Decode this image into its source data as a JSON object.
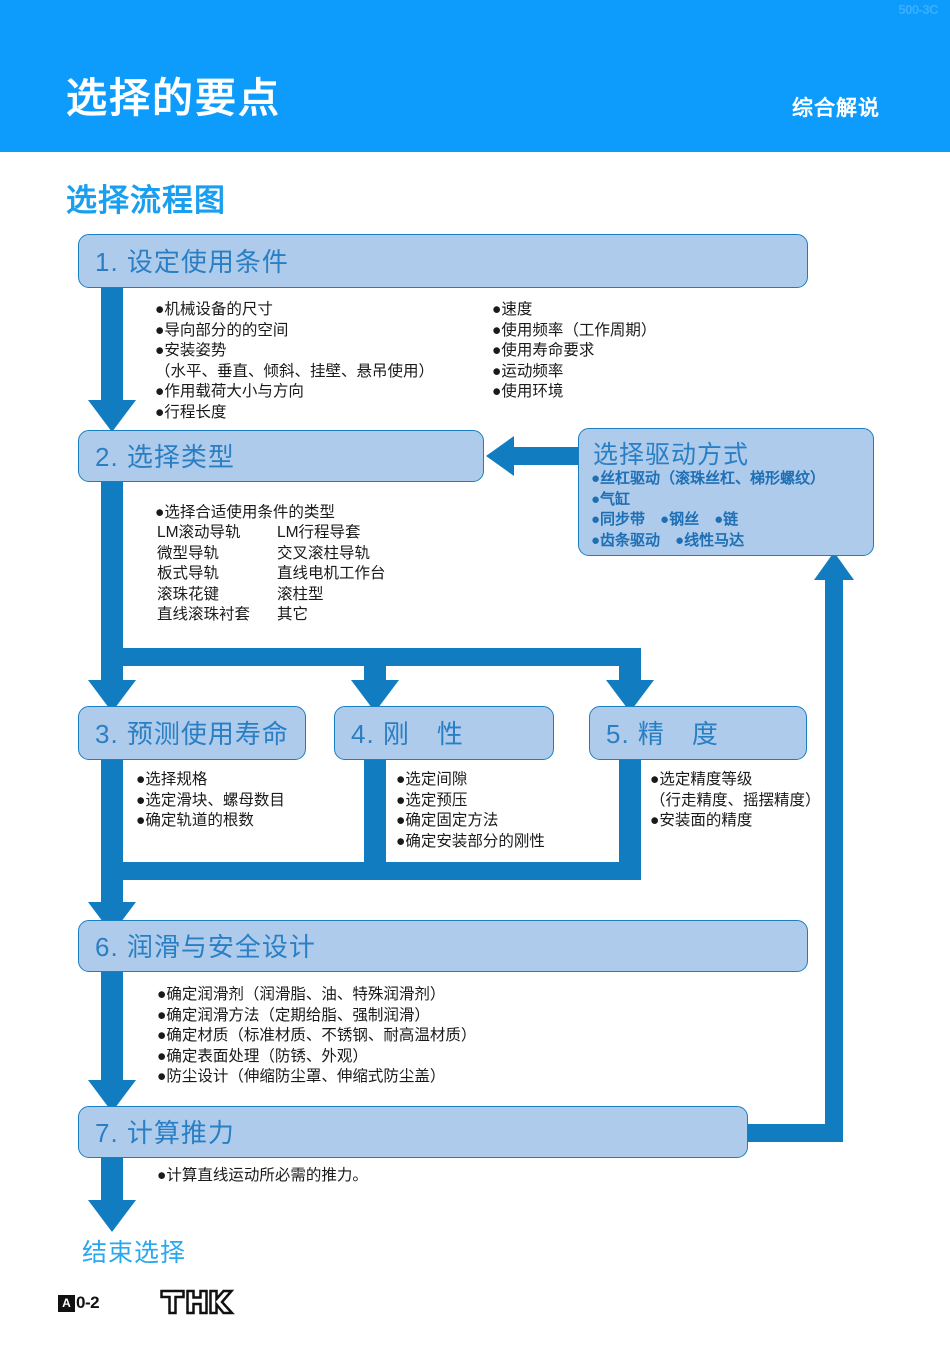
{
  "header": {
    "code": "500-3C",
    "title": "选择的要点",
    "right_label": "综合解说"
  },
  "section": {
    "heading": "选择流程图"
  },
  "steps": [
    {
      "id": "step-1",
      "label": "1. 设定使用条件",
      "details_left": "●机械设备的尺寸\n●导向部分的的空间\n●安装姿势\n（水平、垂直、倾斜、挂壁、悬吊使用）\n●作用载荷大小与方向\n●行程长度",
      "details_right": "●速度\n●使用频率（工作周期）\n●使用寿命要求\n●运动频率\n●使用环境"
    },
    {
      "id": "step-2",
      "label": "2. 选择类型",
      "lead": "●选择合适使用条件的类型",
      "types": [
        [
          "LM滚动导轨",
          "LM行程导套"
        ],
        [
          "微型导轨",
          "交叉滚柱导轨"
        ],
        [
          "板式导轨",
          "直线电机工作台"
        ],
        [
          "滚珠花键",
          "滚柱型"
        ],
        [
          "直线滚珠衬套",
          "其它"
        ]
      ]
    },
    {
      "id": "step-3",
      "label": "3. 预测使用寿命",
      "details": "●选择规格\n●选定滑块、螺母数目\n●确定轨道的根数"
    },
    {
      "id": "step-4",
      "label": "4. 刚　性",
      "details": "●选定间隙\n●选定预压\n●确定固定方法\n●确定安装部分的刚性"
    },
    {
      "id": "step-5",
      "label": "5. 精　度",
      "details": "●选定精度等级\n（行走精度、摇摆精度）\n●安装面的精度"
    },
    {
      "id": "step-6",
      "label": "6. 润滑与安全设计",
      "details": "●确定润滑剂（润滑脂、油、特殊润滑剂）\n●确定润滑方法（定期给脂、强制润滑）\n●确定材质（标准材质、不锈钢、耐高温材质）\n●确定表面处理（防锈、外观）\n●防尘设计（伸缩防尘罩、伸缩式防尘盖）"
    },
    {
      "id": "step-7",
      "label": "7. 计算推力",
      "details": "●计算直线运动所必需的推力。"
    }
  ],
  "drive": {
    "title": "选择驱动方式",
    "items": "●丝杠驱动（滚珠丝杠、梯形螺纹）\n●气缸\n●同步带　●钢丝　●链\n●齿条驱动　●线性马达"
  },
  "end": {
    "label": "结束选择"
  },
  "footer": {
    "badge_letter": "A",
    "page_number": "0-2",
    "brand": "THK"
  },
  "colors": {
    "header_blue": "#0d9bfc",
    "box_fill": "#aecbeb",
    "box_border": "#1a7fc1",
    "box_text": "#2a7fc4",
    "connector": "#127cc0",
    "heading_blue": "#1a9ff0",
    "end_blue": "#29a7ef"
  }
}
